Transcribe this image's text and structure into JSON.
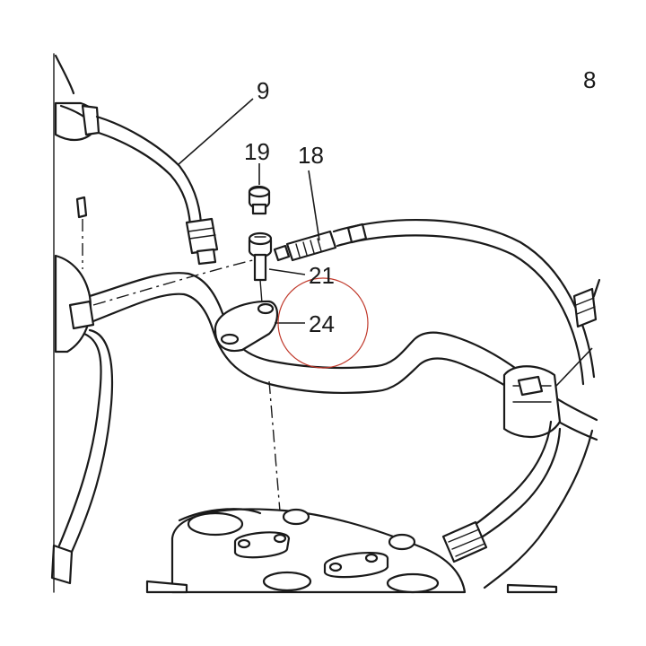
{
  "diagram": {
    "callouts": {
      "c8": "8",
      "c9": "9",
      "c18": "18",
      "c19": "19",
      "c21": "21",
      "c24": "24"
    },
    "highlight_color": "#c0392b",
    "line_color": "#1a1a1a",
    "background_color": "#ffffff"
  }
}
